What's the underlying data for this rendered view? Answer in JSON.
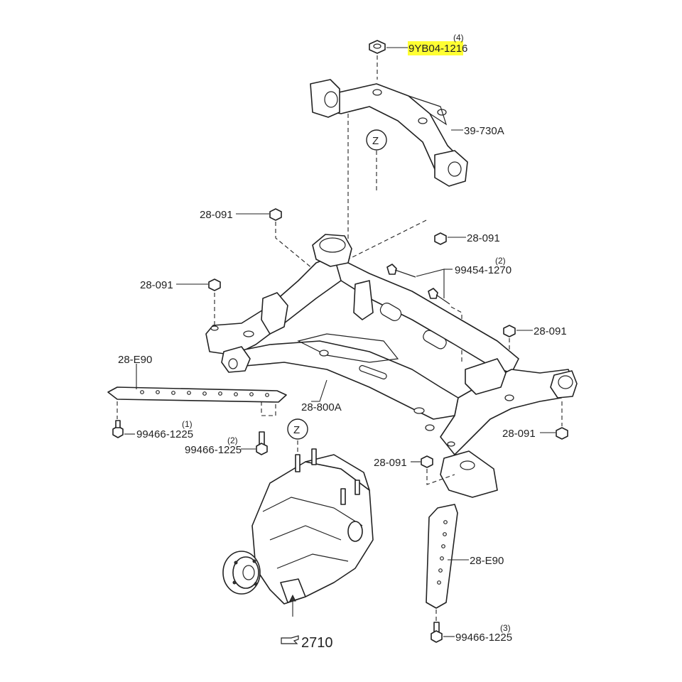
{
  "highlight_color": "#ffff33",
  "labels": {
    "top_bolt_qty": "(4)",
    "top_bolt_part": "9YB04-1216",
    "mount_part": "39-730A",
    "ref_z_top": "Z",
    "ref_z_bottom": "Z",
    "nut_left_upper": "28-091",
    "nut_right_upper": "28-091",
    "bolt_right_qty": "(2)",
    "bolt_right_part": "99454-1270",
    "nut_left_mid": "28-091",
    "nut_right_mid": "28-091",
    "link_left_part": "28-E90",
    "crossmember_part": "28-800A",
    "bolt_left1_qty": "(1)",
    "bolt_left1_part": "99466-1225",
    "bolt_left2_qty": "(2)",
    "bolt_left2_part": "99466-1225",
    "nut_right_low": "28-091",
    "nut_center_low": "28-091",
    "link_right_part": "28-E90",
    "bolt_right3_qty": "(3)",
    "bolt_right3_part": "99466-1225",
    "diff_ref": "2710"
  },
  "icons": [
    "pointing-hand-icon"
  ]
}
